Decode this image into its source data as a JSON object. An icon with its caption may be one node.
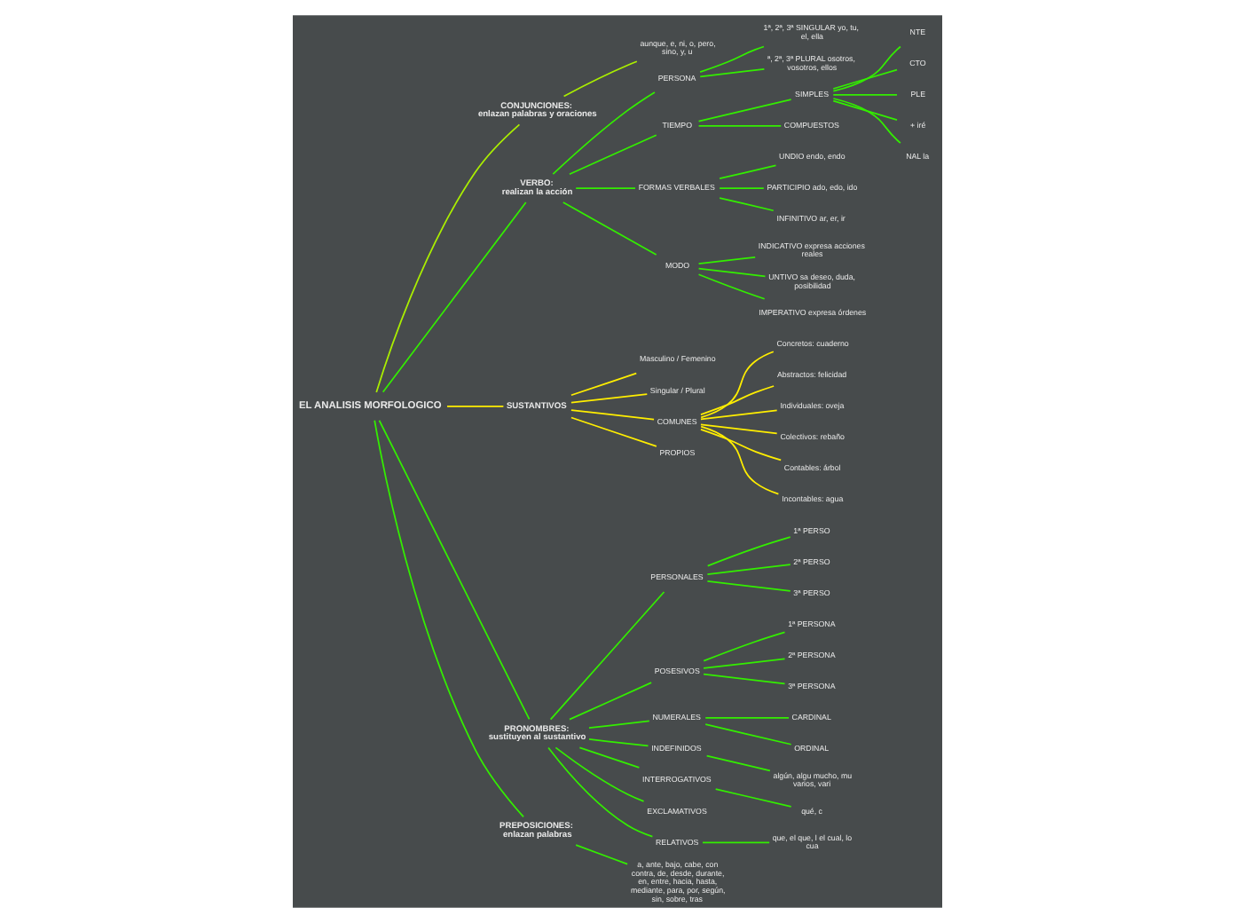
{
  "diagram": {
    "nodes": [
      {
        "text": [
          "EL ANALISIS MORFOLOGICO"
        ]
      },
      {
        "text": [
          "CONJUNCIONES:",
          "enlazan palabras y oraciones"
        ]
      },
      {
        "text": [
          "aunque, e, ni, o, pero, sino, y, u"
        ]
      },
      {
        "text": [
          "VERBO:",
          "realizan la acción"
        ]
      },
      {
        "text": [
          "PERSONA"
        ]
      },
      {
        "text": [
          "1ª, 2ª, 3ª SINGULAR yo, tu, el, ella"
        ]
      },
      {
        "text": [
          "ª, 2ª, 3ª PLURAL osotros, vosotros, ellos"
        ]
      },
      {
        "text": [
          "TIEMPO"
        ]
      },
      {
        "text": [
          "SIMPLES"
        ]
      },
      {
        "text": [
          "NTE"
        ]
      },
      {
        "text": [
          "CTO"
        ]
      },
      {
        "text": [
          "PLE"
        ]
      },
      {
        "text": [
          "+ iré"
        ]
      },
      {
        "text": [
          "NAL la"
        ]
      },
      {
        "text": [
          "COMPUESTOS"
        ]
      },
      {
        "text": [
          "FORMAS VERBALES"
        ]
      },
      {
        "text": [
          "UNDIO endo, endo"
        ]
      },
      {
        "text": [
          "PARTICIPIO ado, edo, ido"
        ]
      },
      {
        "text": [
          "INFINITIVO ar, er, ir"
        ]
      },
      {
        "text": [
          "MODO"
        ]
      },
      {
        "text": [
          "INDICATIVO expresa acciones reales"
        ]
      },
      {
        "text": [
          "UNTIVO sa deseo, duda, posibilidad"
        ]
      },
      {
        "text": [
          "IMPERATIVO expresa órdenes"
        ]
      },
      {
        "text": [
          "SUSTANTIVOS"
        ]
      },
      {
        "text": [
          "Masculino / Femenino"
        ]
      },
      {
        "text": [
          "Singular / Plural"
        ]
      },
      {
        "text": [
          "COMUNES"
        ]
      },
      {
        "text": [
          "Concretos: cuaderno"
        ]
      },
      {
        "text": [
          "Abstractos: felicidad"
        ]
      },
      {
        "text": [
          "Individuales: oveja"
        ]
      },
      {
        "text": [
          "Colectivos: rebaño"
        ]
      },
      {
        "text": [
          "Contables: árbol"
        ]
      },
      {
        "text": [
          "Incontables: agua"
        ]
      },
      {
        "text": [
          "PROPIOS"
        ]
      },
      {
        "text": [
          "PRONOMBRES:",
          "sustituyen al sustantivo"
        ]
      },
      {
        "text": [
          "PERSONALES"
        ]
      },
      {
        "text": [
          "1ª PERSO"
        ]
      },
      {
        "text": [
          "2ª PERSO"
        ]
      },
      {
        "text": [
          "3ª PERSO"
        ]
      },
      {
        "text": [
          "POSESIVOS"
        ]
      },
      {
        "text": [
          "1ª PERSONA"
        ]
      },
      {
        "text": [
          "2ª PERSONA"
        ]
      },
      {
        "text": [
          "3ª PERSONA"
        ]
      },
      {
        "text": [
          "NUMERALES"
        ]
      },
      {
        "text": [
          "CARDINAL"
        ]
      },
      {
        "text": [
          "ORDINAL"
        ]
      },
      {
        "text": [
          "INDEFINIDOS"
        ]
      },
      {
        "text": [
          "algún, algu mucho, mu varios, vari"
        ]
      },
      {
        "text": [
          "INTERROGATIVOS"
        ]
      },
      {
        "text": [
          "qué, c"
        ]
      },
      {
        "text": [
          "EXCLAMATIVOS"
        ]
      },
      {
        "text": [
          "RELATIVOS"
        ]
      },
      {
        "text": [
          "que, el que, l el cual, lo cua"
        ]
      },
      {
        "text": [
          "PREPOSICIONES:",
          "enlazan palabras"
        ]
      },
      {
        "text": [
          "a, ante, bajo, cabe, con contra, de, desde, durante, en, entre, hacia, hasta, mediante, para, por, según, sin, sobre, tras"
        ]
      }
    ],
    "edges": [
      {
        "from": 0,
        "to": 1,
        "arrow": "none",
        "color": "#aaee00"
      },
      {
        "from": 1,
        "to": 2,
        "arrow": "none",
        "color": "#aaee00"
      },
      {
        "from": 0,
        "to": 3,
        "arrow": "none"
      },
      {
        "from": 3,
        "to": 4,
        "arrow": "none"
      },
      {
        "from": 4,
        "to": 5,
        "arrow": "none"
      },
      {
        "from": 4,
        "to": 6,
        "arrow": "none"
      },
      {
        "from": 3,
        "to": 7,
        "arrow": "none"
      },
      {
        "from": 7,
        "to": 8,
        "arrow": "none"
      },
      {
        "from": 8,
        "to": 9,
        "arrow": "none"
      },
      {
        "from": 8,
        "to": 10,
        "arrow": "none"
      },
      {
        "from": 8,
        "to": 11,
        "arrow": "none"
      },
      {
        "from": 8,
        "to": 12,
        "arrow": "none"
      },
      {
        "from": 8,
        "to": 13,
        "arrow": "none"
      },
      {
        "from": 7,
        "to": 14,
        "arrow": "none"
      },
      {
        "from": 3,
        "to": 15,
        "arrow": "none"
      },
      {
        "from": 15,
        "to": 16,
        "arrow": "none"
      },
      {
        "from": 15,
        "to": 17,
        "arrow": "none"
      },
      {
        "from": 15,
        "to": 18,
        "arrow": "none"
      },
      {
        "from": 3,
        "to": 19,
        "arrow": "none"
      },
      {
        "from": 19,
        "to": 20,
        "arrow": "none"
      },
      {
        "from": 19,
        "to": 21,
        "arrow": "none"
      },
      {
        "from": 19,
        "to": 22,
        "arrow": "none"
      },
      {
        "from": 0,
        "to": 23,
        "arrow": "none",
        "color": "#ffee00"
      },
      {
        "from": 23,
        "to": 24,
        "arrow": "none",
        "color": "#ffee00"
      },
      {
        "from": 23,
        "to": 25,
        "arrow": "none",
        "color": "#ffee00"
      },
      {
        "from": 23,
        "to": 26,
        "arrow": "none",
        "color": "#ffee00"
      },
      {
        "from": 26,
        "to": 27,
        "arrow": "none",
        "color": "#ffee00"
      },
      {
        "from": 26,
        "to": 28,
        "arrow": "none",
        "color": "#ffee00"
      },
      {
        "from": 26,
        "to": 29,
        "arrow": "none",
        "color": "#ffee00"
      },
      {
        "from": 26,
        "to": 30,
        "arrow": "none",
        "color": "#ffee00"
      },
      {
        "from": 26,
        "to": 31,
        "arrow": "none",
        "color": "#ffee00"
      },
      {
        "from": 26,
        "to": 32,
        "arrow": "none",
        "color": "#ffee00"
      },
      {
        "from": 23,
        "to": 33,
        "arrow": "none",
        "color": "#ffee00"
      },
      {
        "from": 0,
        "to": 34,
        "arrow": "none"
      },
      {
        "from": 34,
        "to": 35,
        "arrow": "none"
      },
      {
        "from": 35,
        "to": 36,
        "arrow": "none"
      },
      {
        "from": 35,
        "to": 37,
        "arrow": "none"
      },
      {
        "from": 35,
        "to": 38,
        "arrow": "none"
      },
      {
        "from": 34,
        "to": 39,
        "arrow": "none"
      },
      {
        "from": 39,
        "to": 40,
        "arrow": "none"
      },
      {
        "from": 39,
        "to": 41,
        "arrow": "none"
      },
      {
        "from": 39,
        "to": 42,
        "arrow": "none"
      },
      {
        "from": 34,
        "to": 43,
        "arrow": "none"
      },
      {
        "from": 43,
        "to": 44,
        "arrow": "none"
      },
      {
        "from": 43,
        "to": 45,
        "arrow": "none"
      },
      {
        "from": 34,
        "to": 46,
        "arrow": "none"
      },
      {
        "from": 46,
        "to": 47,
        "arrow": "none"
      },
      {
        "from": 34,
        "to": 48,
        "arrow": "none"
      },
      {
        "from": 48,
        "to": 49,
        "arrow": "none"
      },
      {
        "from": 34,
        "to": 50,
        "arrow": "none"
      },
      {
        "from": 34,
        "to": 51,
        "arrow": "none"
      },
      {
        "from": 51,
        "to": 52,
        "arrow": "none"
      },
      {
        "from": 0,
        "to": 53,
        "arrow": "none"
      },
      {
        "from": 53,
        "to": 54,
        "arrow": "none"
      }
    ]
  }
}
